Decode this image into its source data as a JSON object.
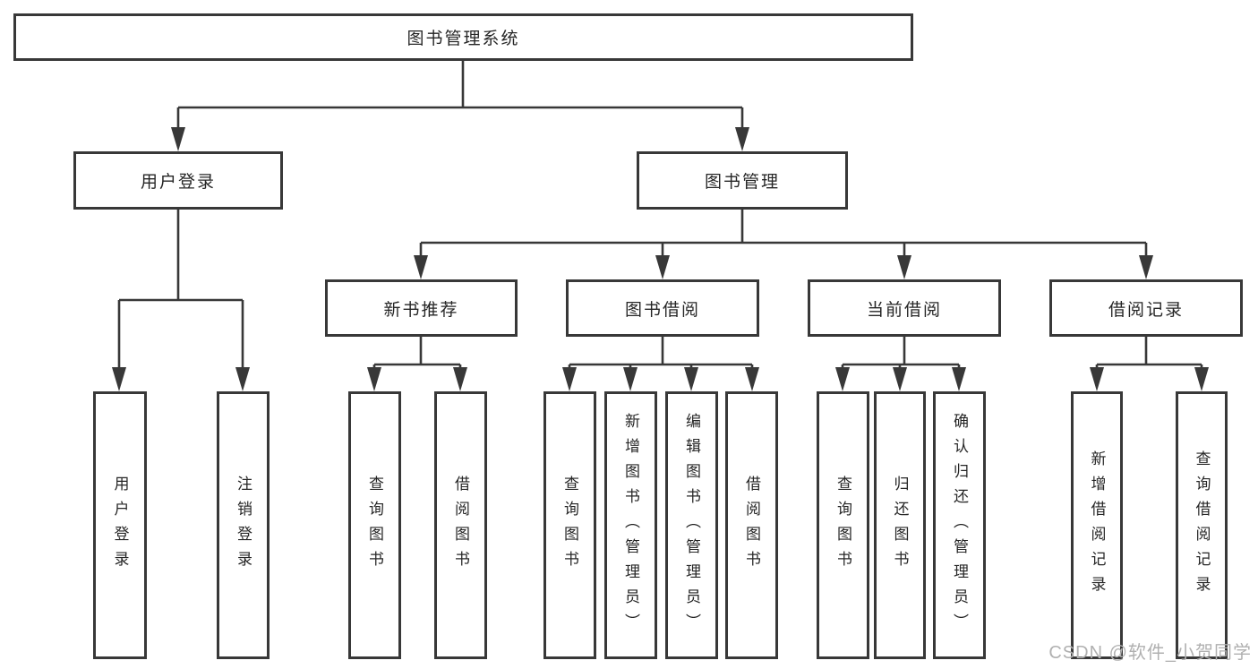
{
  "diagram": {
    "type": "hierarchy-tree",
    "tree": {
      "label": "图书管理系统",
      "children": [
        {
          "label": "用户登录",
          "children": [
            {
              "label": "用户登录"
            },
            {
              "label": "注销登录"
            }
          ]
        },
        {
          "label": "图书管理",
          "children": [
            {
              "label": "新书推荐",
              "children": [
                {
                  "label": "查询图书"
                },
                {
                  "label": "借阅图书"
                }
              ]
            },
            {
              "label": "图书借阅",
              "children": [
                {
                  "label": "查询图书"
                },
                {
                  "label": "新增图书（管理员）"
                },
                {
                  "label": "编辑图书（管理员）"
                },
                {
                  "label": "借阅图书"
                }
              ]
            },
            {
              "label": "当前借阅",
              "children": [
                {
                  "label": "查询图书"
                },
                {
                  "label": "归还图书"
                },
                {
                  "label": "确认归还（管理员）"
                }
              ]
            },
            {
              "label": "借阅记录",
              "children": [
                {
                  "label": "新增借阅记录"
                },
                {
                  "label": "查询借阅记录"
                }
              ]
            }
          ]
        }
      ]
    },
    "colors": {
      "line": "#383838",
      "box_border": "#383838",
      "text": "#262626",
      "background": "#ffffff",
      "watermark": "#b0b0b0"
    }
  },
  "watermark": {
    "text": "CSDN @软件_小贺同学"
  }
}
